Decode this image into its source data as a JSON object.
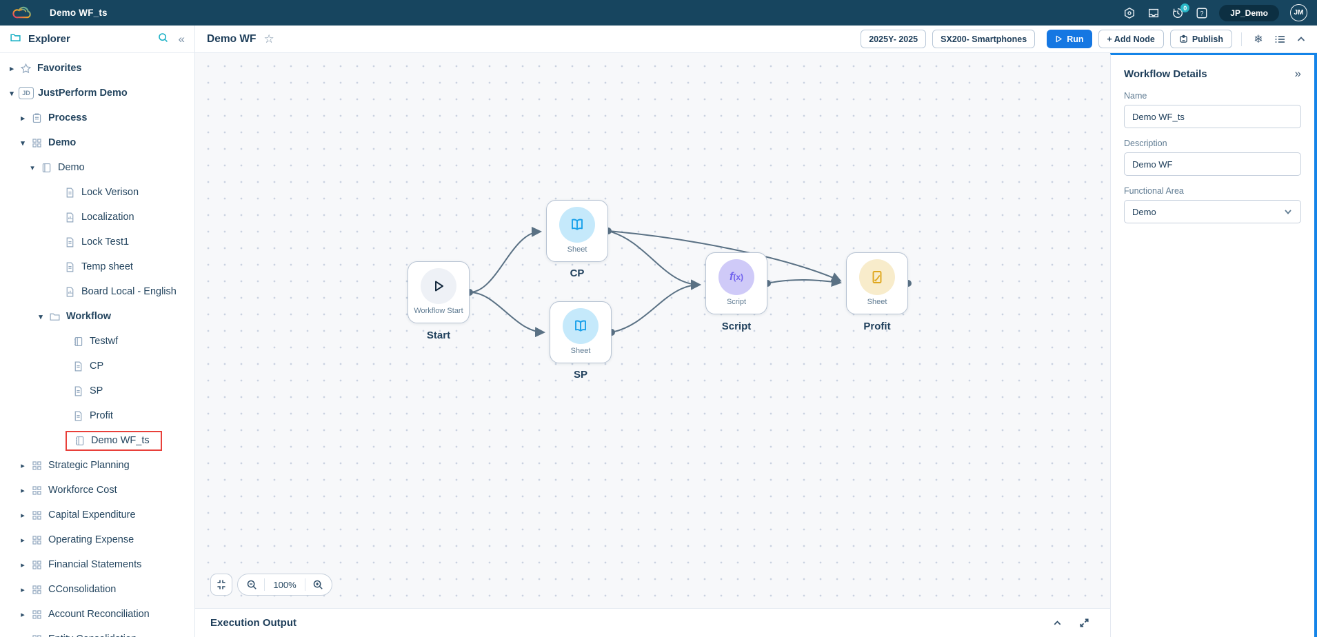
{
  "topbar": {
    "title": "Demo WF_ts",
    "user_pill": "JP_Demo",
    "avatar": "JM",
    "history_badge": "0"
  },
  "explorer": {
    "title": "Explorer",
    "collapse_icon": "«",
    "tree": [
      {
        "label": "Favorites"
      },
      {
        "label": "JustPerform Demo"
      },
      {
        "label": "Process"
      },
      {
        "label": "Demo"
      },
      {
        "label": "Demo"
      },
      {
        "label": "Lock Verison"
      },
      {
        "label": "Localization"
      },
      {
        "label": "Lock Test1"
      },
      {
        "label": "Temp sheet"
      },
      {
        "label": "Board Local - English"
      },
      {
        "label": "Workflow"
      },
      {
        "label": "Testwf"
      },
      {
        "label": "CP"
      },
      {
        "label": "SP"
      },
      {
        "label": "Profit"
      },
      {
        "label": "Demo WF_ts"
      },
      {
        "label": "Strategic Planning"
      },
      {
        "label": "Workforce Cost"
      },
      {
        "label": "Capital Expenditure"
      },
      {
        "label": "Operating Expense"
      },
      {
        "label": "Financial Statements"
      },
      {
        "label": "CConsolidation"
      },
      {
        "label": "Account Reconciliation"
      },
      {
        "label": "Entity Consolidation"
      }
    ]
  },
  "header": {
    "title": "Demo WF",
    "badges": [
      "2025Y- 2025",
      "SX200- Smartphones"
    ],
    "run_label": "Run",
    "add_node_label": "+ Add Node",
    "publish_label": "Publish"
  },
  "canvas": {
    "zoom_level": "100%",
    "nodes": [
      {
        "name": "Start",
        "type_label": "Workflow Start"
      },
      {
        "name": "CP",
        "type_label": "Sheet"
      },
      {
        "name": "SP",
        "type_label": "Sheet"
      },
      {
        "name": "Script",
        "type_label": "Script"
      },
      {
        "name": "Profit",
        "type_label": "Sheet"
      }
    ]
  },
  "details": {
    "title": "Workflow Details",
    "name_label": "Name",
    "name_value": "Demo WF_ts",
    "description_label": "Description",
    "description_value": "Demo WF",
    "functional_area_label": "Functional Area",
    "functional_area_value": "Demo"
  },
  "execution_output": {
    "title": "Execution Output"
  },
  "colors": {
    "accent_blue": "#1577e2",
    "teal": "#1ab0c5",
    "edge": "#5a7184",
    "sheet_blue": "#18a0ea",
    "script_purple": "#6f61ee",
    "profit_yellow": "#dfa71d"
  }
}
